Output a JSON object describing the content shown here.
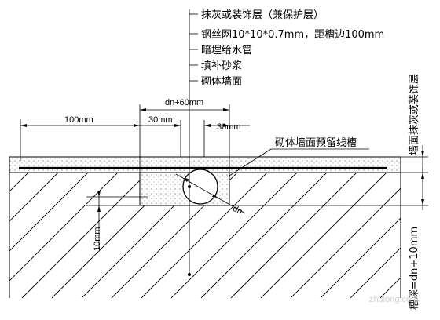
{
  "callouts": [
    "抹灰或装饰层（兼保护层）",
    "钢丝网10*10*0.7mm，距槽边100mm",
    "暗埋给水管",
    "填补砂浆",
    "砌体墙面"
  ],
  "groove_label": "砌体墙面预留线槽",
  "dims": {
    "top_width": "dn+60mm",
    "mesh_overlap": "100mm",
    "left_gap": "30mm",
    "right_gap": "30mm",
    "pipe_dn": "dn",
    "cover": "10mm"
  },
  "right_labels": {
    "plaster": "墙面抹灰或装饰层",
    "depth": "槽深=dn+10mm"
  },
  "watermark": "zhulong.com"
}
